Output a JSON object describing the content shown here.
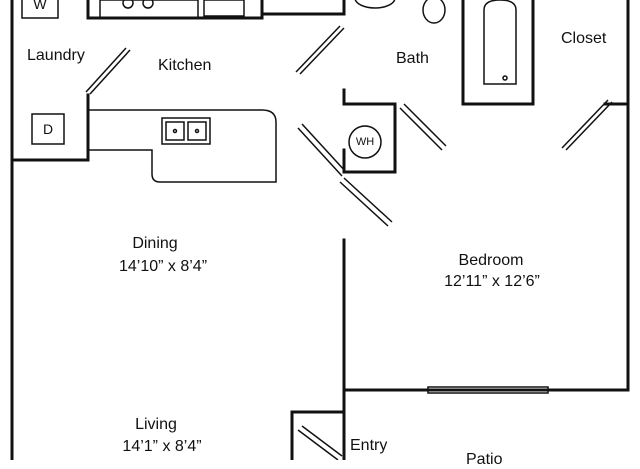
{
  "rooms": {
    "laundry": {
      "name": "Laundry"
    },
    "kitchen": {
      "name": "Kitchen"
    },
    "bath": {
      "name": "Bath"
    },
    "closet": {
      "name": "Closet"
    },
    "dining": {
      "name": "Dining",
      "dimensions": "14’10” x 8’4”"
    },
    "bedroom": {
      "name": "Bedroom",
      "dimensions": "12’11” x 12’6”"
    },
    "living": {
      "name": "Living",
      "dimensions": "14’1” x 8’4”"
    },
    "entry": {
      "name": "Entry"
    },
    "patio": {
      "name": "Patio"
    }
  },
  "fixtures": {
    "washer": "W",
    "dryer": "D",
    "water_heater": "WH"
  },
  "colors": {
    "line": "#111111",
    "background": "#ffffff"
  }
}
